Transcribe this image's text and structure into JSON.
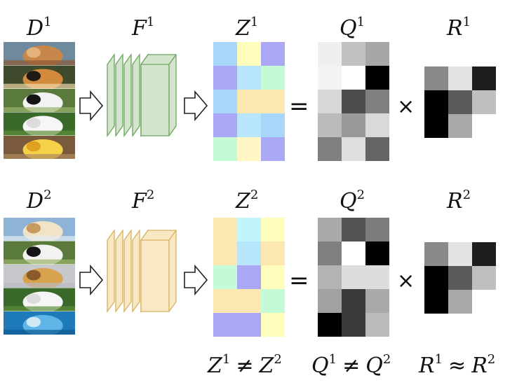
{
  "rows": [
    {
      "dataset": {
        "base": "D",
        "sup": "1"
      },
      "features": {
        "base": "F",
        "sup": "1"
      },
      "embedding": {
        "base": "Z",
        "sup": "1"
      },
      "basis": {
        "base": "Q",
        "sup": "1"
      },
      "relation": {
        "base": "R",
        "sup": "1"
      },
      "images": [
        "cat-photo",
        "tiger-photo",
        "panda-photo",
        "rabbit-photo",
        "duckling-photo"
      ],
      "network_color": {
        "fill": "#d3e6cd",
        "stroke": "#6aa45e"
      },
      "z_grid": [
        [
          "#a9d7fa",
          "#fffdbb",
          "#aaa7f4"
        ],
        [
          "#aaa7f4",
          "#b7e5fb",
          "#c4fbd6"
        ],
        [
          "#a9d7fa",
          "#fde7b1",
          "#fde7b1"
        ],
        [
          "#aaa7f4",
          "#b7e5fb",
          "#a9d7fa"
        ],
        [
          "#c4fbd6",
          "#fff6c4",
          "#aaa7f4"
        ]
      ],
      "q_grid": [
        [
          "#efefef",
          "#c2c2c2",
          "#a7a7a7"
        ],
        [
          "#f3f3f3",
          "#ffffff",
          "#000000"
        ],
        [
          "#d7d7d7",
          "#4c4c4c",
          "#7f7f7f"
        ],
        [
          "#bbbbbb",
          "#999999",
          "#d9d9d9"
        ],
        [
          "#7f7f7f",
          "#dedede",
          "#646464"
        ]
      ],
      "r_grid": [
        [
          "#8a8a8a",
          "#e3e3e3",
          "#1e1e1e"
        ],
        [
          "#000000",
          "#5a5a5a",
          "#bfbfbf"
        ],
        [
          "#000000",
          "#a9a9a9",
          "#ffffff"
        ]
      ]
    },
    {
      "dataset": {
        "base": "D",
        "sup": "2"
      },
      "features": {
        "base": "F",
        "sup": "2"
      },
      "embedding": {
        "base": "Z",
        "sup": "2"
      },
      "basis": {
        "base": "Q",
        "sup": "2"
      },
      "relation": {
        "base": "R",
        "sup": "2"
      },
      "images": [
        "puppy-photo",
        "panda-photo",
        "giraffe-photo",
        "rabbit-photo",
        "dolphin-photo"
      ],
      "network_color": {
        "fill": "#f8e8c4",
        "stroke": "#d6b060"
      },
      "z_grid": [
        [
          "#fde7b1",
          "#c0f6fb",
          "#fffdbb"
        ],
        [
          "#fde7b1",
          "#b7e5fb",
          "#fde7b1"
        ],
        [
          "#c4fbd6",
          "#aaa7f4",
          "#fffdbb"
        ],
        [
          "#fde7b1",
          "#fde7b1",
          "#c4fbd6"
        ],
        [
          "#aaa7f4",
          "#aaa7f4",
          "#fffdbb"
        ]
      ],
      "q_grid": [
        [
          "#a9a9a9",
          "#545454",
          "#7c7c7c"
        ],
        [
          "#7f7f7f",
          "#ffffff",
          "#000000"
        ],
        [
          "#b3b3b3",
          "#dddddd",
          "#dddddd"
        ],
        [
          "#a1a1a1",
          "#3b3b3b",
          "#a9a9a9"
        ],
        [
          "#000000",
          "#3b3b3b",
          "#bbbbbb"
        ]
      ],
      "r_grid": [
        [
          "#8a8a8a",
          "#e3e3e3",
          "#1e1e1e"
        ],
        [
          "#000000",
          "#5a5a5a",
          "#bfbfbf"
        ],
        [
          "#000000",
          "#a9a9a9",
          "#ffffff"
        ]
      ]
    }
  ],
  "operators": {
    "equals": "=",
    "times": "×"
  },
  "relations": [
    {
      "left": {
        "base": "Z",
        "sup": "1"
      },
      "op": "≠",
      "right": {
        "base": "Z",
        "sup": "2"
      }
    },
    {
      "left": {
        "base": "Q",
        "sup": "1"
      },
      "op": "≠",
      "right": {
        "base": "Q",
        "sup": "2"
      }
    },
    {
      "left": {
        "base": "R",
        "sup": "1"
      },
      "op": "≈",
      "right": {
        "base": "R",
        "sup": "2"
      }
    }
  ],
  "photo_palettes": {
    "cat-photo": [
      "#6e8a9c",
      "#c8874a",
      "#e3b27a",
      "#8d5a34"
    ],
    "tiger-photo": [
      "#3e4a2b",
      "#d28a3c",
      "#1f1a14",
      "#f0d7a8"
    ],
    "panda-photo": [
      "#5a7a3c",
      "#f2f2f0",
      "#141414",
      "#9ab36a"
    ],
    "rabbit-photo": [
      "#3a6a2a",
      "#f6f6f6",
      "#dcdcdc",
      "#5f8f3c"
    ],
    "duckling-photo": [
      "#7a5a3c",
      "#f3d24a",
      "#e0a020",
      "#b08a60"
    ],
    "puppy-photo": [
      "#8fb3d6",
      "#f0e3c8",
      "#c99a60",
      "#dfe9f2"
    ],
    "giraffe-photo": [
      "#c7c8cc",
      "#d9a24e",
      "#8a5a2a",
      "#b9bac0"
    ],
    "dolphin-photo": [
      "#1e7ab8",
      "#5fb6e6",
      "#cfe9f7",
      "#0f5a94"
    ]
  }
}
